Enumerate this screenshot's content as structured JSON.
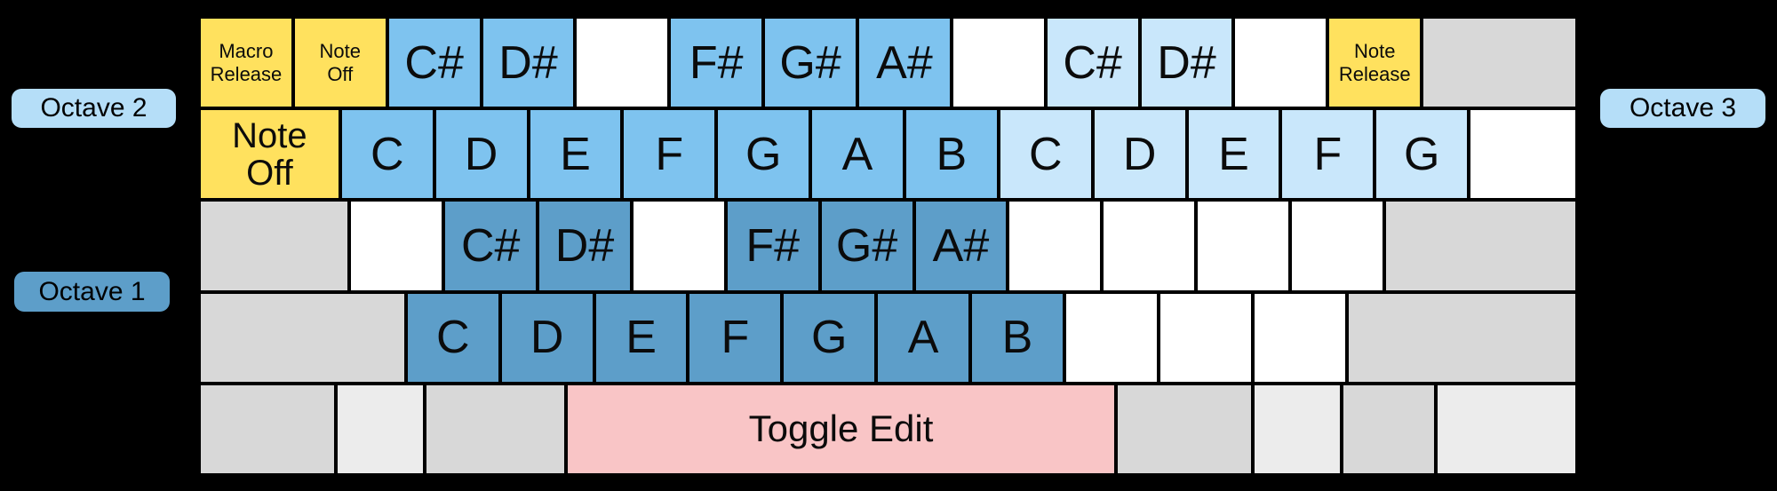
{
  "palette": {
    "background": "#000000",
    "border": "#000000",
    "yellow": "#FFE15E",
    "blue2": "#7EC3EF",
    "blue3": "#C9E7FB",
    "blue1": "#5D9EC9",
    "pink": "#F9C5C6",
    "white": "#FFFFFF",
    "gray": "#D8D8D8",
    "lightgray": "#ECECEC",
    "badge_light": "#B5DEF8",
    "badge_dark": "#5D9EC9"
  },
  "badges": {
    "octave1": {
      "label": "Octave 1",
      "color": "badge_dark"
    },
    "octave2": {
      "label": "Octave 2",
      "color": "badge_light"
    },
    "octave3": {
      "label": "Octave 3",
      "color": "badge_light"
    }
  },
  "rows": [
    {
      "name": "octave-2-3-sharps",
      "cells": [
        {
          "label": "Macro\nRelease",
          "width": 1,
          "color": "yellow",
          "text": "small",
          "key": "macro-release"
        },
        {
          "label": "Note\nOff",
          "width": 1,
          "color": "yellow",
          "text": "small",
          "key": "note-off-top"
        },
        {
          "label": "C#",
          "width": 1,
          "color": "blue2",
          "text": "large",
          "key": "c-sharp-oct2"
        },
        {
          "label": "D#",
          "width": 1,
          "color": "blue2",
          "text": "large",
          "key": "d-sharp-oct2"
        },
        {
          "label": "",
          "width": 1,
          "color": "white"
        },
        {
          "label": "F#",
          "width": 1,
          "color": "blue2",
          "text": "large",
          "key": "f-sharp-oct2"
        },
        {
          "label": "G#",
          "width": 1,
          "color": "blue2",
          "text": "large",
          "key": "g-sharp-oct2"
        },
        {
          "label": "A#",
          "width": 1,
          "color": "blue2",
          "text": "large",
          "key": "a-sharp-oct2"
        },
        {
          "label": "",
          "width": 1,
          "color": "white"
        },
        {
          "label": "C#",
          "width": 1,
          "color": "blue3",
          "text": "large",
          "key": "c-sharp-oct3"
        },
        {
          "label": "D#",
          "width": 1,
          "color": "blue3",
          "text": "large",
          "key": "d-sharp-oct3"
        },
        {
          "label": "",
          "width": 1,
          "color": "white"
        },
        {
          "label": "Note\nRelease",
          "width": 1,
          "color": "yellow",
          "text": "small",
          "key": "note-release"
        },
        {
          "label": "",
          "width": 1.65,
          "color": "gray"
        }
      ]
    },
    {
      "name": "octave-2-3-naturals",
      "cells": [
        {
          "label": "Note\nOff",
          "width": 1.5,
          "color": "yellow",
          "text": "medium",
          "key": "note-off"
        },
        {
          "label": "C",
          "width": 1,
          "color": "blue2",
          "text": "large",
          "key": "c-oct2"
        },
        {
          "label": "D",
          "width": 1,
          "color": "blue2",
          "text": "large",
          "key": "d-oct2"
        },
        {
          "label": "E",
          "width": 1,
          "color": "blue2",
          "text": "large",
          "key": "e-oct2"
        },
        {
          "label": "F",
          "width": 1,
          "color": "blue2",
          "text": "large",
          "key": "f-oct2"
        },
        {
          "label": "G",
          "width": 1,
          "color": "blue2",
          "text": "large",
          "key": "g-oct2"
        },
        {
          "label": "A",
          "width": 1,
          "color": "blue2",
          "text": "large",
          "key": "a-oct2"
        },
        {
          "label": "B",
          "width": 1,
          "color": "blue2",
          "text": "large",
          "key": "b-oct2"
        },
        {
          "label": "C",
          "width": 1,
          "color": "blue3",
          "text": "large",
          "key": "c-oct3"
        },
        {
          "label": "D",
          "width": 1,
          "color": "blue3",
          "text": "large",
          "key": "d-oct3"
        },
        {
          "label": "E",
          "width": 1,
          "color": "blue3",
          "text": "large",
          "key": "e-oct3"
        },
        {
          "label": "F",
          "width": 1,
          "color": "blue3",
          "text": "large",
          "key": "f-oct3"
        },
        {
          "label": "G",
          "width": 1,
          "color": "blue3",
          "text": "large",
          "key": "g-oct3"
        },
        {
          "label": "",
          "width": 1.15,
          "color": "white"
        }
      ]
    },
    {
      "name": "octave-1-sharps",
      "cells": [
        {
          "label": "",
          "width": 1.6,
          "color": "gray"
        },
        {
          "label": "",
          "width": 1,
          "color": "white"
        },
        {
          "label": "C#",
          "width": 1,
          "color": "blue1",
          "text": "large",
          "key": "c-sharp-oct1"
        },
        {
          "label": "D#",
          "width": 1,
          "color": "blue1",
          "text": "large",
          "key": "d-sharp-oct1"
        },
        {
          "label": "",
          "width": 1,
          "color": "white"
        },
        {
          "label": "F#",
          "width": 1,
          "color": "blue1",
          "text": "large",
          "key": "f-sharp-oct1"
        },
        {
          "label": "G#",
          "width": 1,
          "color": "blue1",
          "text": "large",
          "key": "g-sharp-oct1"
        },
        {
          "label": "A#",
          "width": 1,
          "color": "blue1",
          "text": "large",
          "key": "a-sharp-oct1"
        },
        {
          "label": "",
          "width": 1,
          "color": "white"
        },
        {
          "label": "",
          "width": 1,
          "color": "white"
        },
        {
          "label": "",
          "width": 1,
          "color": "white"
        },
        {
          "label": "",
          "width": 1,
          "color": "white"
        },
        {
          "label": "",
          "width": 2.05,
          "color": "gray"
        }
      ]
    },
    {
      "name": "octave-1-naturals",
      "cells": [
        {
          "label": "",
          "width": 2.2,
          "color": "gray"
        },
        {
          "label": "C",
          "width": 1,
          "color": "blue1",
          "text": "large",
          "key": "c-oct1"
        },
        {
          "label": "D",
          "width": 1,
          "color": "blue1",
          "text": "large",
          "key": "d-oct1"
        },
        {
          "label": "E",
          "width": 1,
          "color": "blue1",
          "text": "large",
          "key": "e-oct1"
        },
        {
          "label": "F",
          "width": 1,
          "color": "blue1",
          "text": "large",
          "key": "f-oct1"
        },
        {
          "label": "G",
          "width": 1,
          "color": "blue1",
          "text": "large",
          "key": "g-oct1"
        },
        {
          "label": "A",
          "width": 1,
          "color": "blue1",
          "text": "large",
          "key": "a-oct1"
        },
        {
          "label": "B",
          "width": 1,
          "color": "blue1",
          "text": "large",
          "key": "b-oct1"
        },
        {
          "label": "",
          "width": 1,
          "color": "white"
        },
        {
          "label": "",
          "width": 1,
          "color": "white"
        },
        {
          "label": "",
          "width": 1,
          "color": "white"
        },
        {
          "label": "",
          "width": 2.45,
          "color": "gray"
        }
      ]
    },
    {
      "name": "bottom-function-row",
      "cells": [
        {
          "label": "",
          "width": 1.45,
          "color": "gray"
        },
        {
          "label": "",
          "width": 0.95,
          "color": "lightgray"
        },
        {
          "label": "",
          "width": 1.5,
          "color": "gray"
        },
        {
          "label": "Toggle Edit",
          "width": 5.85,
          "color": "pink",
          "text": "toggle",
          "key": "toggle-edit"
        },
        {
          "label": "",
          "width": 1.45,
          "color": "gray"
        },
        {
          "label": "",
          "width": 0.95,
          "color": "lightgray"
        },
        {
          "label": "",
          "width": 1.0,
          "color": "gray"
        },
        {
          "label": "",
          "width": 1.5,
          "color": "lightgray"
        }
      ]
    }
  ]
}
